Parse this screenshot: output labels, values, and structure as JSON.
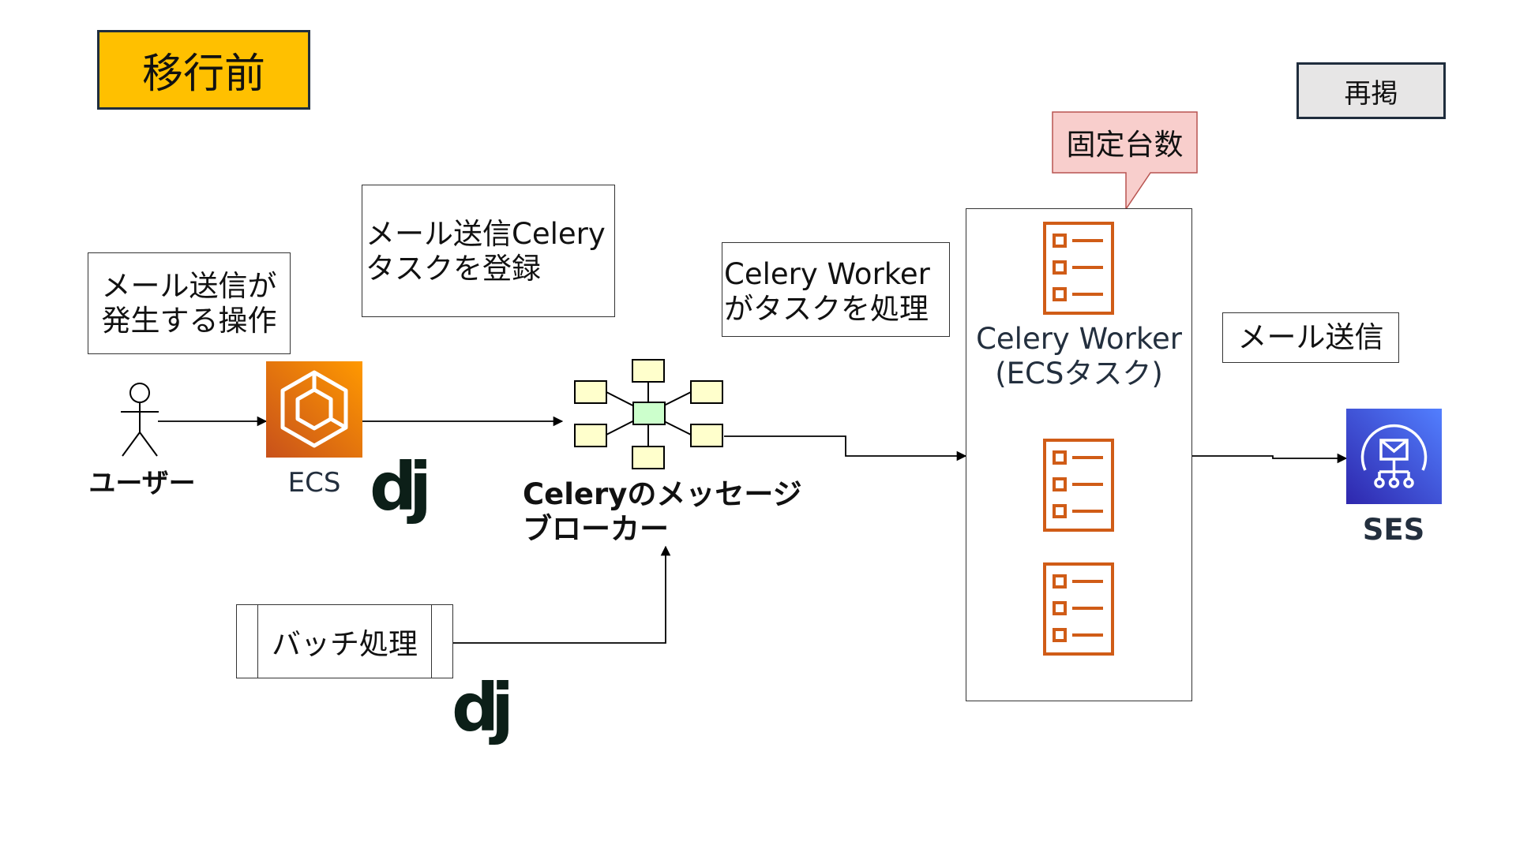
{
  "title": "移行前",
  "reprint": "再掲",
  "notes": {
    "user_action": [
      "メール送信が",
      "発生する操作"
    ],
    "register_task": [
      "メール送信Celery",
      "タスクを登録"
    ],
    "worker_process": [
      "Celery Worker",
      "がタスクを処理"
    ],
    "send_mail": "メール送信"
  },
  "callout_fixed": "固定台数",
  "nodes": {
    "user": "ユーザー",
    "ecs": "ECS",
    "django_logo": "dj",
    "broker": [
      "Celeryのメッセージ",
      "ブローカー"
    ],
    "batch": "バッチ処理",
    "worker": [
      "Celery Worker",
      "(ECSタスク)"
    ],
    "ses": "SES"
  },
  "icons": {
    "user": "user-actor-icon",
    "ecs": "aws-ecs-icon",
    "broker": "message-broker-icon",
    "worker_task": "task-list-icon",
    "ses": "aws-ses-icon",
    "django": "django-logo-icon"
  },
  "colors": {
    "title_bg": "#ffc000",
    "reprint_bg": "#e7e6e6",
    "callout_bg": "#f8cecc",
    "callout_border": "#b85450",
    "ecs_orange": "#ed7100",
    "ses_blue": "#3f48cc",
    "worker_icon": "#d05c17",
    "broker_hub": "#ccffcc",
    "broker_node": "#ffffcc"
  }
}
